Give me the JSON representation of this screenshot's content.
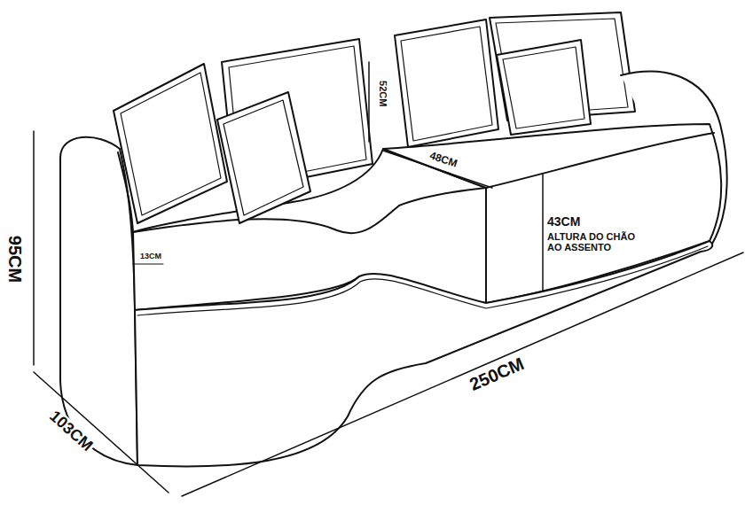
{
  "diagram": {
    "labels": [
      "52CM",
      "48CM",
      "43CM",
      "ALTURA DO CHÃO AO ASSENTO",
      "13CM",
      "95CM",
      "250CM",
      "103CM"
    ]
  }
}
